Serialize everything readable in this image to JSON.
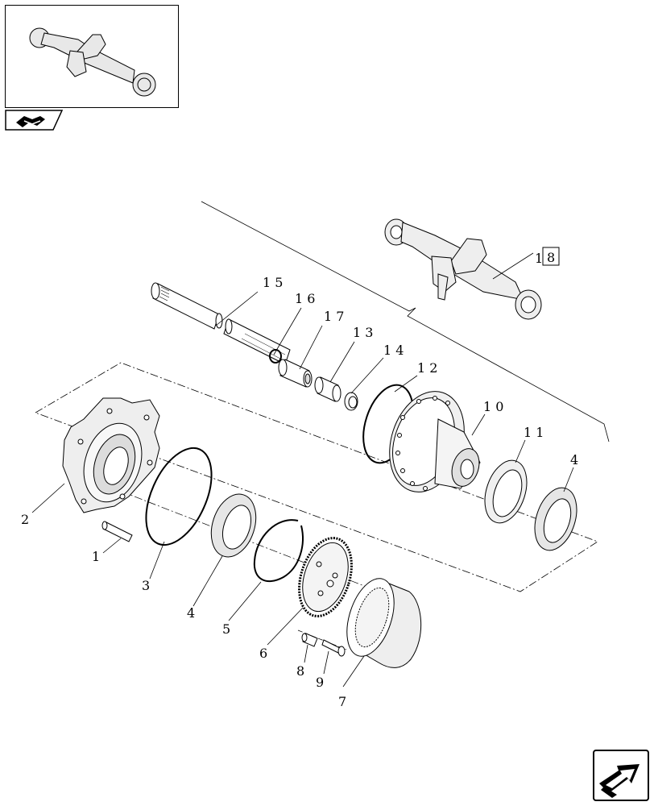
{
  "callouts": {
    "p1": "1",
    "p2": "2",
    "p3": "3",
    "p4a": "4",
    "p4b": "4",
    "p5": "5",
    "p6": "6",
    "p7": "7",
    "p8": "8",
    "p9": "9",
    "p10": "1 0",
    "p11": "1 1",
    "p12": "1 2",
    "p13": "1 3",
    "p14": "1 4",
    "p15": "1 5",
    "p16": "1 6",
    "p17": "1 7"
  },
  "reference": {
    "prefix": "1",
    "boxed": "8"
  },
  "icons": {
    "thumbnail": "axle-thumbnail-icon",
    "tab": "assembly-tab-icon",
    "next": "next-page-arrow-icon"
  }
}
